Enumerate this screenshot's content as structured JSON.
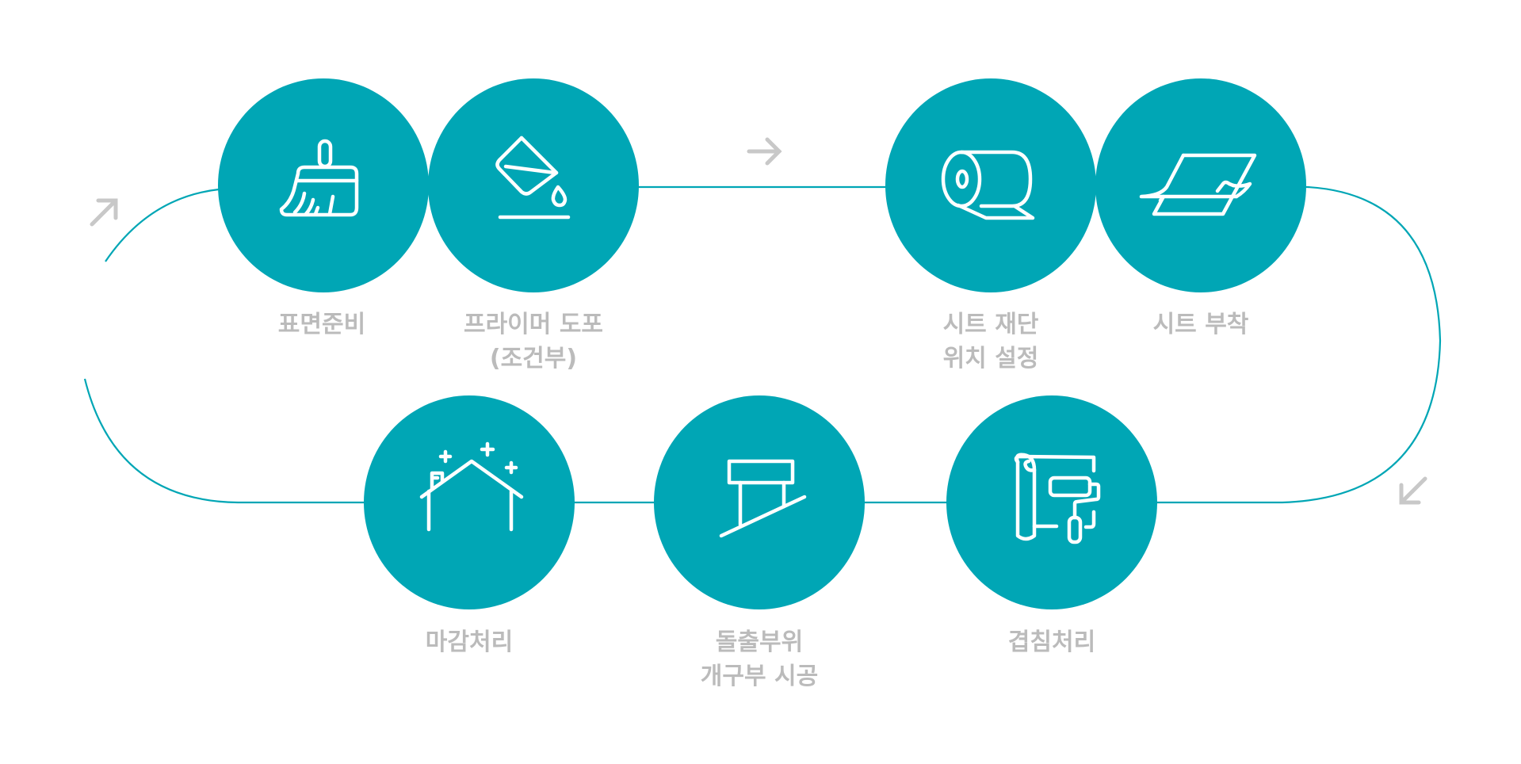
{
  "colors": {
    "accent": "#00a6b5",
    "label": "#bbbbbb",
    "arrow": "#c8c8c8",
    "background": "#ffffff"
  },
  "steps": [
    {
      "icon": "broom-icon",
      "line1": "표면준비",
      "line2": ""
    },
    {
      "icon": "paint-bucket-icon",
      "line1": "프라이머 도포",
      "line2": "(조건부)"
    },
    {
      "icon": "sheet-roll-icon",
      "line1": "시트 재단",
      "line2": "위치 설정"
    },
    {
      "icon": "sheet-attach-icon",
      "line1": "시트 부착",
      "line2": ""
    },
    {
      "icon": "wallpaper-roller-icon",
      "line1": "겹침처리",
      "line2": ""
    },
    {
      "icon": "protrusion-icon",
      "line1": "돌출부위",
      "line2": "개구부 시공"
    },
    {
      "icon": "house-sparkle-icon",
      "line1": "마감처리",
      "line2": ""
    }
  ]
}
